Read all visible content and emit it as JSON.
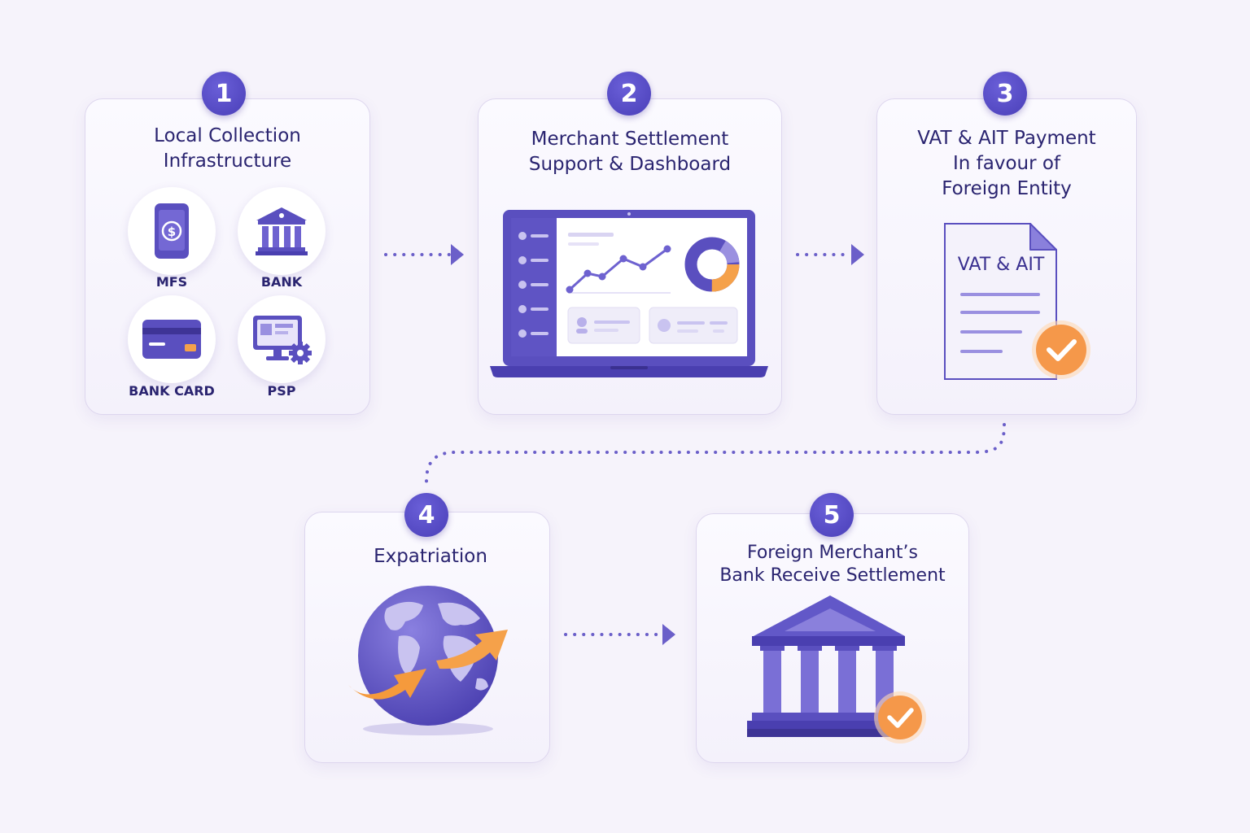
{
  "steps": [
    {
      "number": "1",
      "title_lines": [
        "Local Collection",
        "Infrastructure"
      ],
      "channels": [
        {
          "label": "MFS",
          "icon": "mobile-wallet-icon"
        },
        {
          "label": "BANK",
          "icon": "bank-icon"
        },
        {
          "label": "BANK CARD",
          "icon": "credit-card-icon"
        },
        {
          "label": "PSP",
          "icon": "psp-terminal-icon"
        }
      ]
    },
    {
      "number": "2",
      "title_lines": [
        "Merchant Settlement",
        "Support & Dashboard"
      ],
      "icon": "laptop-dashboard-icon"
    },
    {
      "number": "3",
      "title_lines": [
        "VAT & AIT Payment",
        "In favour of",
        "Foreign Entity"
      ],
      "icon": "document-check-icon",
      "doc_label": "VAT & AIT"
    },
    {
      "number": "4",
      "title_lines": [
        "Expatriation"
      ],
      "icon": "globe-arrows-icon"
    },
    {
      "number": "5",
      "title_lines": [
        "Foreign Merchant’s",
        "Bank Receive Settlement"
      ],
      "icon": "bank-check-icon"
    }
  ],
  "colors": {
    "primary": "#5a4fbf",
    "accent": "#f5a14a",
    "dotted": "#6b5fc9"
  }
}
